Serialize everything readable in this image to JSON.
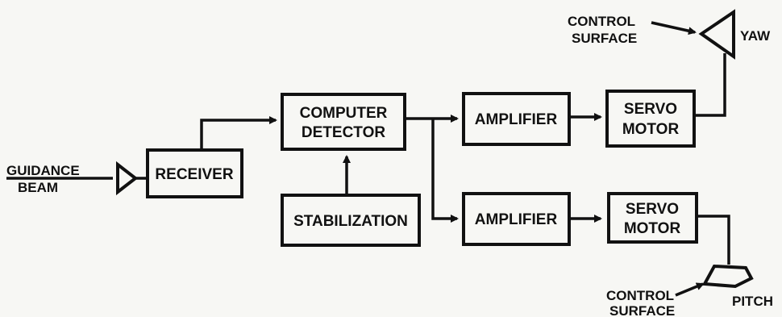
{
  "diagram": {
    "blocks": {
      "receiver": "RECEIVER",
      "computer_detector": [
        "COMPUTER",
        "DETECTOR"
      ],
      "stabilization": "STABILIZATION",
      "amplifier_top": "AMPLIFIER",
      "amplifier_bottom": "AMPLIFIER",
      "servo_motor_top": [
        "SERVO",
        "MOTOR"
      ],
      "servo_motor_bottom": [
        "SERVO",
        "MOTOR"
      ]
    },
    "labels": {
      "guidance_beam": [
        "GUIDANCE",
        "BEAM"
      ],
      "control_surface_top": [
        "CONTROL",
        "SURFACE"
      ],
      "yaw": "YAW",
      "control_surface_bottom": [
        "CONTROL",
        "SURFACE"
      ],
      "pitch": "PITCH"
    },
    "colors": {
      "ink": "#111111",
      "paper": "#f7f7f4"
    }
  }
}
